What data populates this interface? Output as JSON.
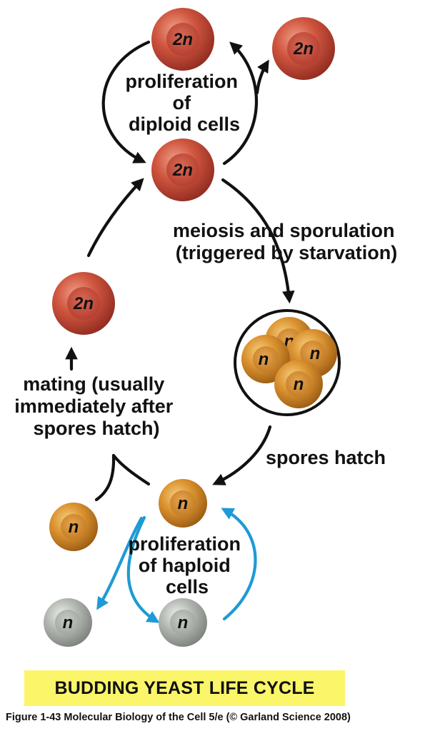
{
  "labels": {
    "proliferation_diploid": [
      "proliferation",
      "of",
      "diploid cells"
    ],
    "meiosis": [
      "meiosis and sporulation",
      "(triggered by starvation)"
    ],
    "mating": [
      "mating (usually",
      "immediately after",
      "spores hatch)"
    ],
    "spores_hatch": "spores hatch",
    "proliferation_haploid": [
      "proliferation",
      "of haploid",
      "cells"
    ]
  },
  "cells": {
    "diploid": "2n",
    "haploid": "n"
  },
  "colors": {
    "diploid_cell": "#c8483a",
    "haploid_cell": "#d4892a",
    "haploid_new_cell": "#a8aca6",
    "black_arrow": "#111111",
    "blue_arrow": "#1e9ad6",
    "banner": "#fbf56a"
  },
  "banner": "BUDDING YEAST LIFE CYCLE",
  "caption": "Figure 1-43  Molecular Biology of the Cell 5/e (© Garland Science 2008)"
}
